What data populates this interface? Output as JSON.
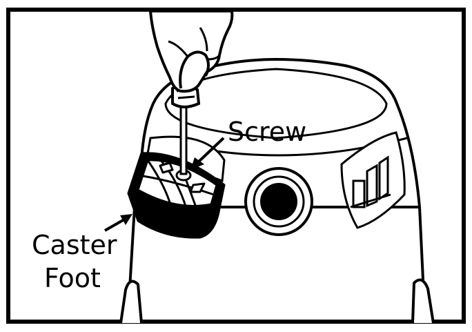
{
  "labels": {
    "screw": "Screw",
    "caster_line1": "Caster",
    "caster_line2": "Foot"
  },
  "colors": {
    "ink": "#000000",
    "paper": "#ffffff"
  },
  "icons": [
    "hand-holding-screwdriver",
    "vacuum-canister",
    "caster-foot",
    "port-knob",
    "handle-slot"
  ]
}
